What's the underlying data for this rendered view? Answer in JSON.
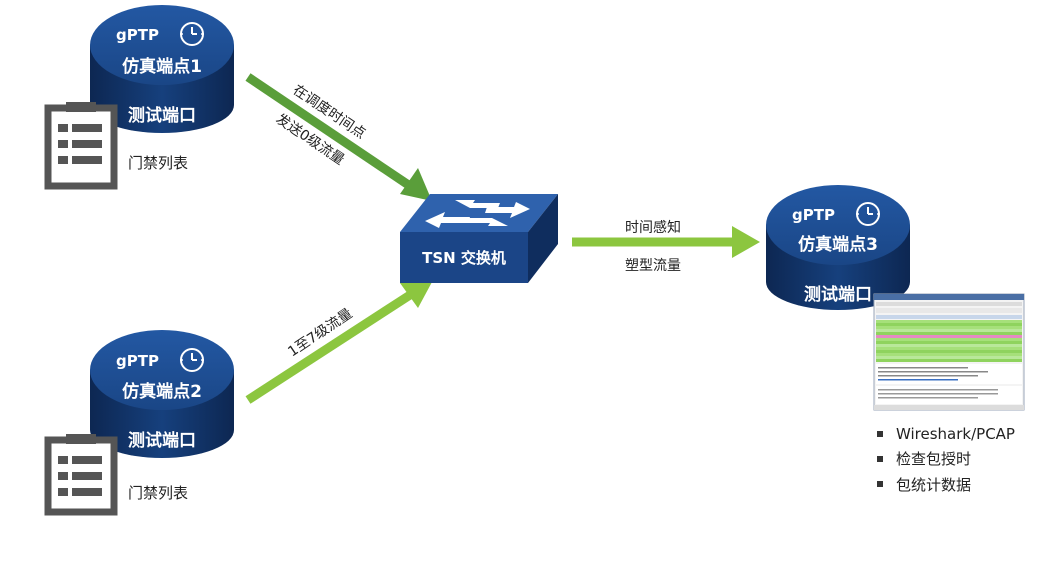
{
  "nodes": {
    "endpoint1": {
      "protocol": "gPTP",
      "name": "仿真端点1",
      "port": "测试端口",
      "list_label": "门禁列表"
    },
    "endpoint2": {
      "protocol": "gPTP",
      "name": "仿真端点2",
      "port": "测试端口",
      "list_label": "门禁列表"
    },
    "endpoint3": {
      "protocol": "gPTP",
      "name": "仿真端点3",
      "port": "测试端口"
    },
    "switch": {
      "name": "TSN 交换机"
    }
  },
  "edges": {
    "e1_to_switch": {
      "line1": "在调度时间点",
      "line2": "发送0级流量",
      "color": "#5a9e3a"
    },
    "e2_to_switch": {
      "label": "1至7级流量",
      "color": "#8cc63f"
    },
    "switch_to_e3": {
      "line1": "时间感知",
      "line2": "塑型流量",
      "color": "#8cc63f"
    }
  },
  "capture_features": [
    "Wireshark/PCAP",
    "检查包授时",
    "包统计数据"
  ],
  "colors": {
    "endpoint_blue": "#1b4587",
    "endpoint_dark": "#0f2d5e",
    "switch_blue": "#1d4a8c"
  }
}
